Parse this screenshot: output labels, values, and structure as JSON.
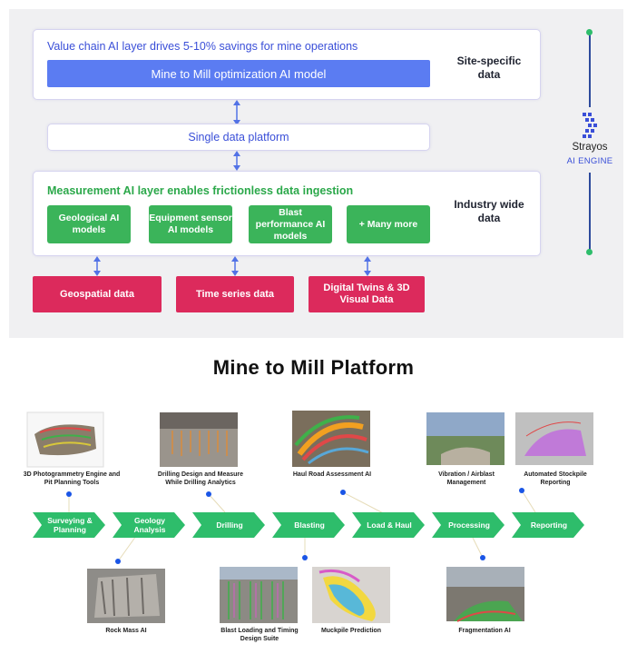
{
  "top": {
    "header": "Value chain AI layer drives 5-10% savings for mine operations",
    "model_bar": "Mine to Mill optimization AI model",
    "site_specific": "Site-specific data",
    "single_platform": "Single data platform",
    "measurement_header": "Measurement AI layer enables frictionless data ingestion",
    "industry_wide": "Industry wide data",
    "green_boxes": [
      "Geological AI models",
      "Equipment sensor AI models",
      "Blast performance AI models",
      "+ Many more"
    ],
    "red_boxes": [
      "Geospatial data",
      "Time series data",
      "Digital Twins & 3D Visual Data"
    ],
    "brand_name": "Strayos",
    "brand_sub": "AI ENGINE"
  },
  "title": "Mine to Mill Platform",
  "steps": [
    "Surveying & Planning",
    "Geology Analysis",
    "Drilling",
    "Blasting",
    "Load & Haul",
    "Processing",
    "Reporting"
  ],
  "captions": {
    "photogrammetry": "3D Photogrammetry Engine and Pit Planning Tools",
    "drilling_design": "Drilling Design and Measure While Drilling Analytics",
    "haul_road": "Haul Road Assessment AI",
    "vibration": "Vibration / Airblast Management",
    "stockpile": "Automated Stockpile Reporting",
    "rock_mass": "Rock Mass AI",
    "blast_loading": "Blast Loading and Timing Design Suite",
    "muckpile": "Muckpile Prediction",
    "fragmentation": "Fragmentation AI"
  },
  "colors": {
    "blue": "#5b7cf2",
    "green": "#3bb45a",
    "red": "#dc2a5c",
    "arrow_green": "#2ebd6b",
    "dot_blue": "#1a55e6"
  },
  "icons": [
    "strayos-logo-icon",
    "double-arrow-icon"
  ]
}
